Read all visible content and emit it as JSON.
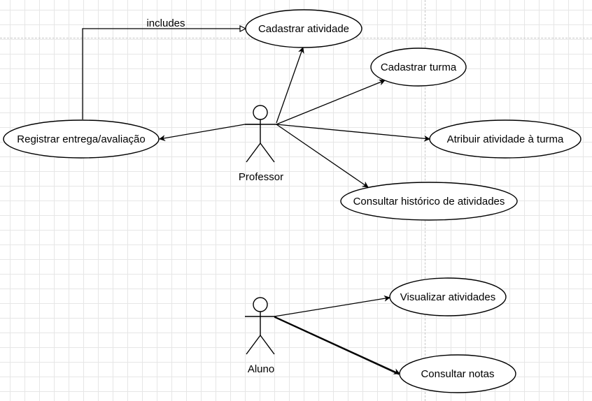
{
  "actors": {
    "professor": {
      "label": "Professor"
    },
    "aluno": {
      "label": "Aluno"
    }
  },
  "use_cases": {
    "cadastrar_atividade": "Cadastrar atividade",
    "cadastrar_turma": "Cadastrar turma",
    "atribuir_atividade": "Atribuir atividade à turma",
    "consultar_historico": "Consultar histórico de atividades",
    "registrar_entrega": "Registrar entrega/avaliação",
    "visualizar_atividades": "Visualizar atividades",
    "consultar_notas": "Consultar notas"
  },
  "relations": {
    "includes_label": "includes"
  },
  "colors": {
    "stroke": "#000000",
    "fill": "#ffffff",
    "grid": "#e6e6e6",
    "page_break": "#c6c6c6"
  }
}
